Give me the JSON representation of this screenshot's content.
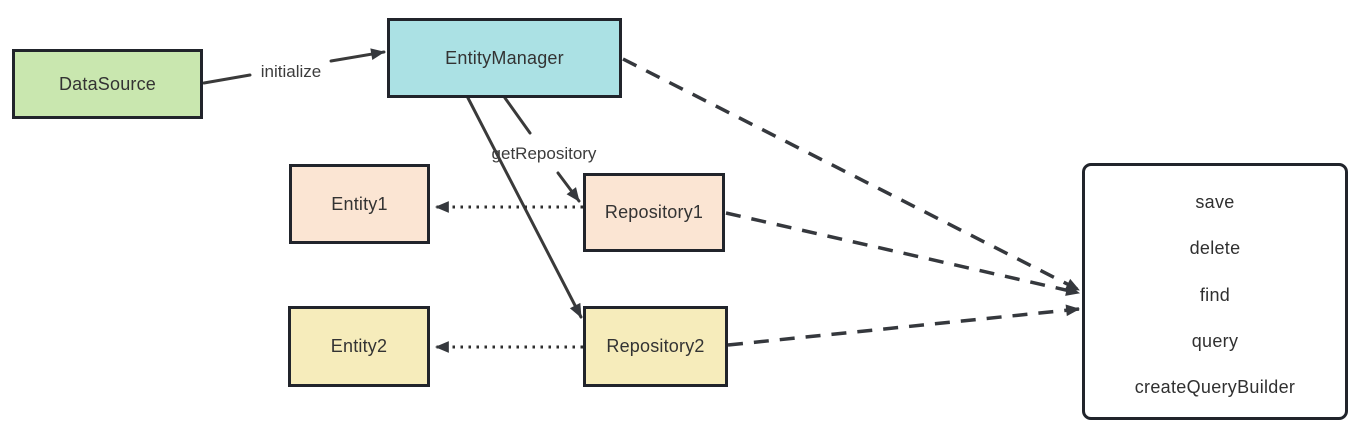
{
  "diagram": {
    "nodes": {
      "datasource": "DataSource",
      "entity_manager": "EntityManager",
      "entity1": "Entity1",
      "repository1": "Repository1",
      "entity2": "Entity2",
      "repository2": "Repository2"
    },
    "edge_labels": {
      "initialize": "initialize",
      "get_repository": "getRepository"
    },
    "methods": {
      "items": [
        "save",
        "delete",
        "find",
        "query",
        "createQueryBuilder"
      ]
    },
    "colors": {
      "datasource_fill": "#c9e7af",
      "entity_manager_fill": "#abe1e4",
      "entity1_repository1_fill": "#fbe5d3",
      "entity2_repository2_fill": "#f6ecbb",
      "methods_box_fill": "#ffffff",
      "border": "#21242b",
      "line": "#3a3a3a",
      "text": "#333333",
      "background": "#ffffff"
    }
  }
}
